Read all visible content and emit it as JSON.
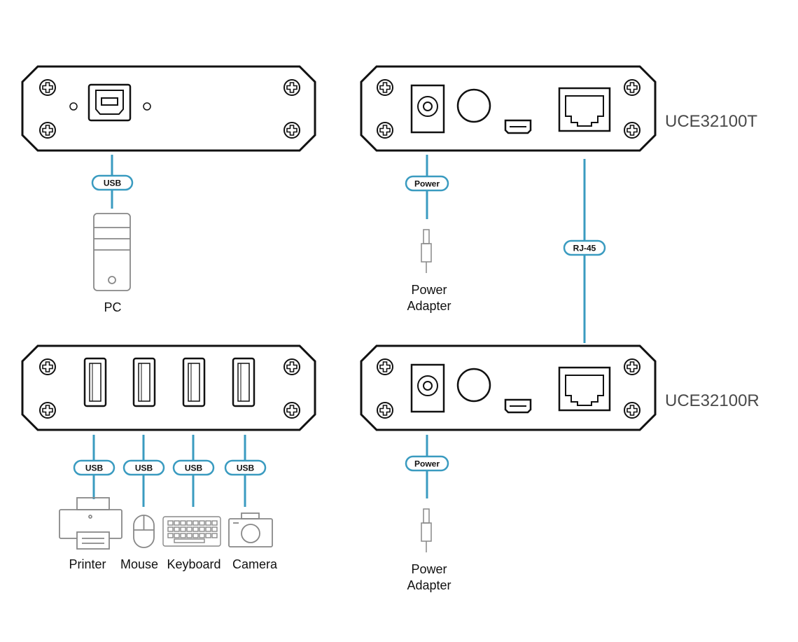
{
  "devices": {
    "transmitter_model": "UCE32100T",
    "receiver_model": "UCE32100R"
  },
  "connectors": {
    "usb": "USB",
    "power": "Power",
    "rj45": "RJ-45"
  },
  "peripherals": {
    "pc": "PC",
    "printer": "Printer",
    "mouse": "Mouse",
    "keyboard": "Keyboard",
    "camera": "Camera",
    "power_adapter_line1": "Power",
    "power_adapter_line2": "Adapter"
  },
  "colors": {
    "cable": "#3a9bc0",
    "device_outline": "#111111",
    "icon_gray": "#888888"
  }
}
